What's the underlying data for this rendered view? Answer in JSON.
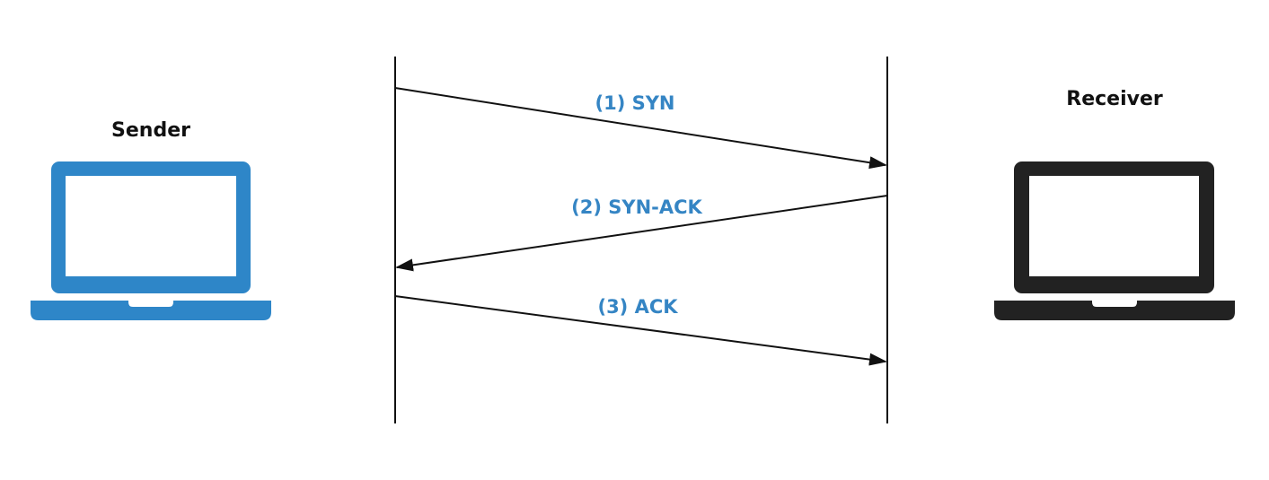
{
  "nodes": {
    "sender": {
      "label": "Sender",
      "color": "#2e86c8"
    },
    "receiver": {
      "label": "Receiver",
      "color": "#222222"
    }
  },
  "messages": [
    {
      "label": "(1) SYN",
      "from": "sender",
      "to": "receiver"
    },
    {
      "label": "(2) SYN-ACK",
      "from": "receiver",
      "to": "sender"
    },
    {
      "label": "(3) ACK",
      "from": "sender",
      "to": "receiver"
    }
  ],
  "colors": {
    "message_label": "#3585c4",
    "line": "#111111"
  }
}
